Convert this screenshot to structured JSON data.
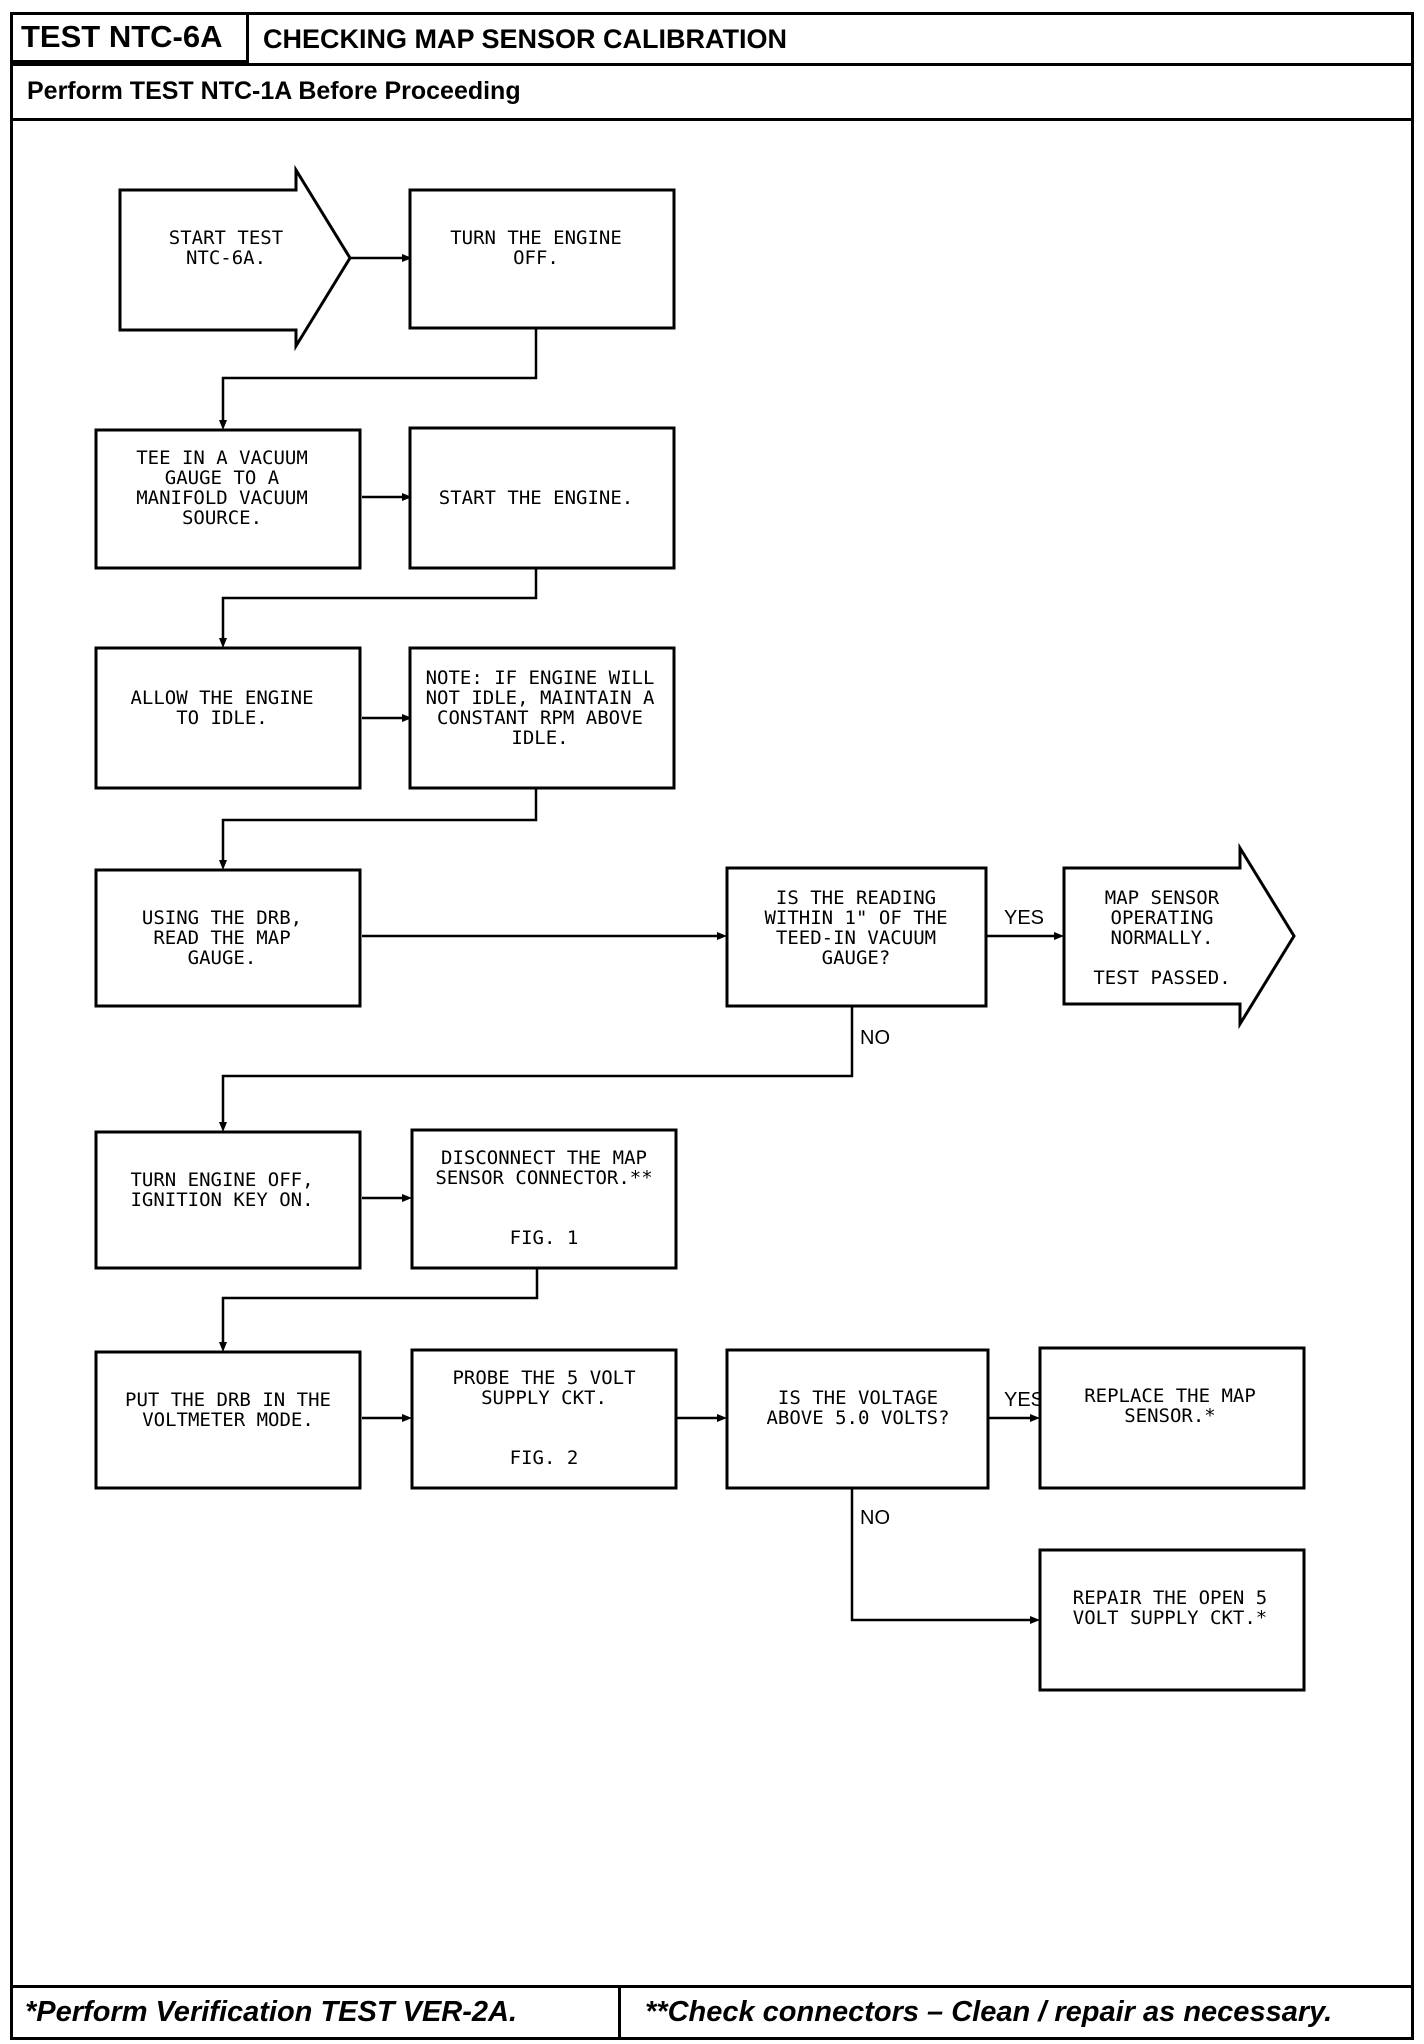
{
  "header": {
    "test_id": "TEST NTC-6A",
    "title": "CHECKING MAP SENSOR CALIBRATION",
    "subtitle": "Perform TEST NTC-1A Before Proceeding"
  },
  "flowchart": {
    "start": [
      "START TEST",
      "NTC-6A."
    ],
    "turn_off": [
      "TURN THE ENGINE",
      "OFF."
    ],
    "tee_gauge": [
      "TEE IN A VACUUM",
      "GAUGE TO A",
      "MANIFOLD VACUUM",
      "SOURCE."
    ],
    "start_engine": [
      "START THE ENGINE."
    ],
    "allow_idle": [
      "ALLOW THE ENGINE",
      "TO IDLE."
    ],
    "note": [
      "NOTE: IF ENGINE WILL",
      "NOT IDLE, MAINTAIN A",
      "CONSTANT RPM ABOVE",
      "IDLE."
    ],
    "using_drb": [
      "USING THE DRB,",
      "READ THE MAP",
      "GAUGE."
    ],
    "reading_question": [
      "IS THE READING",
      "WITHIN 1\" OF THE",
      "TEED-IN VACUUM",
      "GAUGE?"
    ],
    "map_ok": [
      "MAP SENSOR",
      "OPERATING",
      "NORMALLY.",
      "",
      "TEST PASSED."
    ],
    "turn_engine_off_key_on": [
      "TURN ENGINE OFF,",
      "IGNITION KEY ON."
    ],
    "disconnect_map": [
      "DISCONNECT THE MAP",
      "SENSOR CONNECTOR.**",
      "",
      "FIG. 1"
    ],
    "put_drb": [
      "PUT THE DRB IN THE",
      "VOLTMETER MODE."
    ],
    "probe": [
      "PROBE THE 5 VOLT",
      "SUPPLY CKT.",
      "",
      "FIG. 2"
    ],
    "voltage_question": [
      "IS THE VOLTAGE",
      "ABOVE 5.0 VOLTS?"
    ],
    "replace_map": [
      "REPLACE THE MAP",
      "SENSOR.*"
    ],
    "repair_open": [
      "REPAIR THE OPEN 5",
      "VOLT SUPPLY CKT.*"
    ],
    "yes_label": "YES",
    "no_label": "NO"
  },
  "footer": {
    "left": "*Perform Verification TEST VER-2A.",
    "right": "**Check connectors – Clean / repair as necessary."
  }
}
